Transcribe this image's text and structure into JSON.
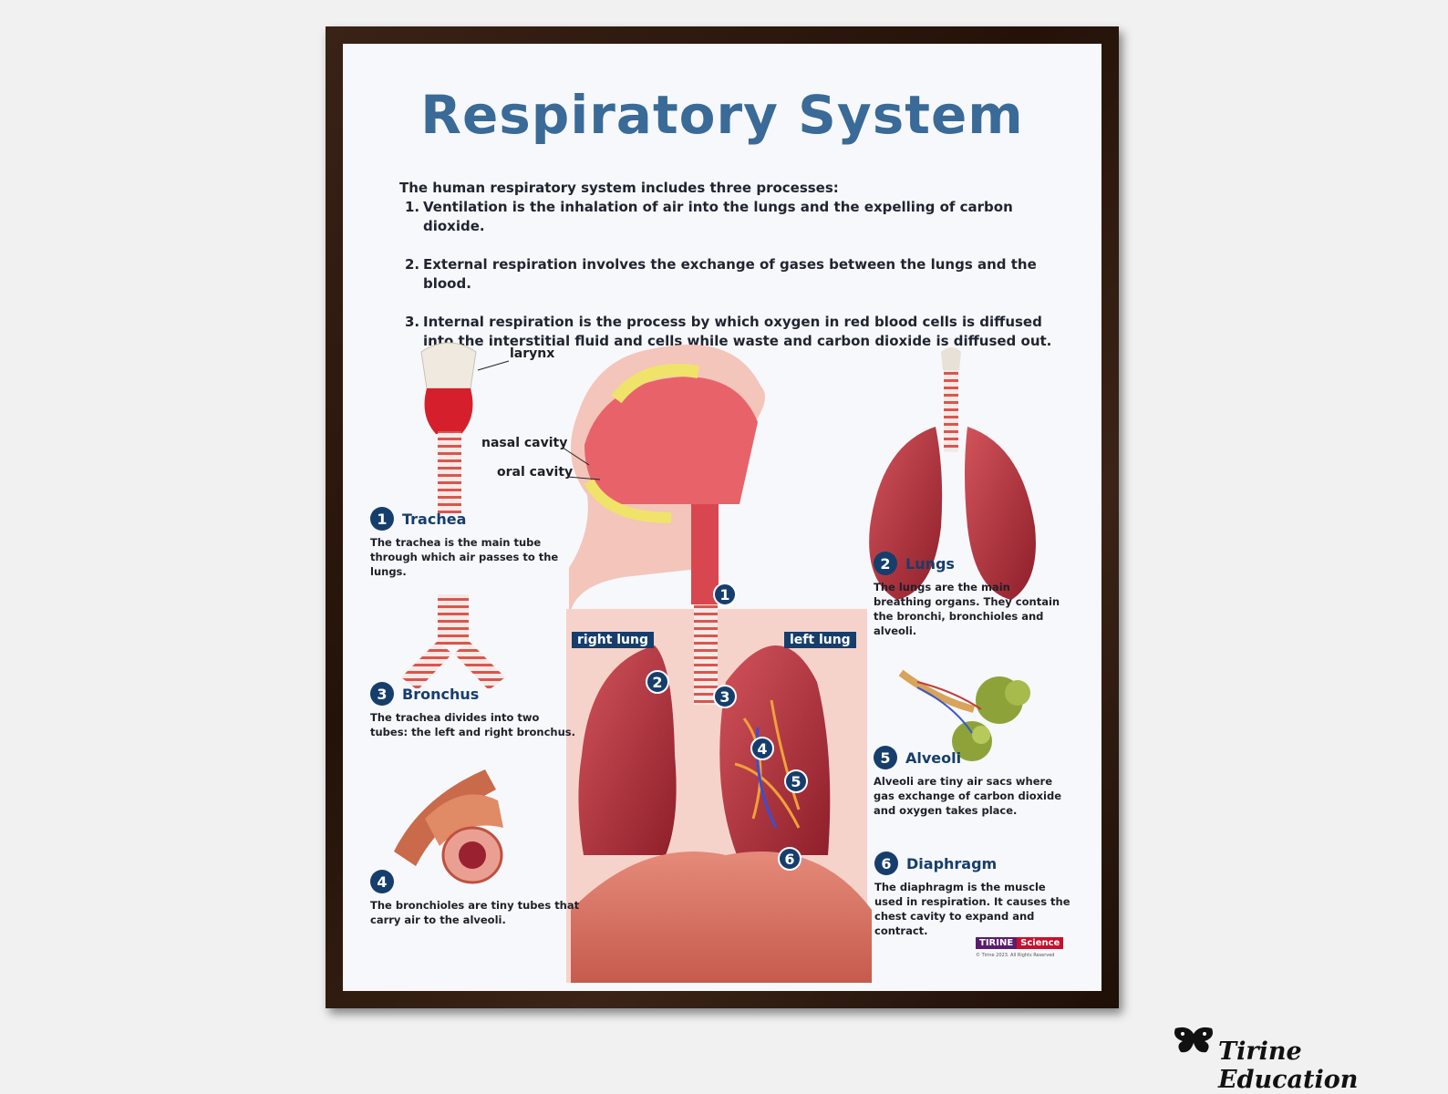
{
  "poster": {
    "title": "Respiratory System",
    "intro_lead": "The human respiratory system includes three processes:",
    "processes": [
      {
        "num": "1.",
        "text": "Ventilation is the inhalation of air into the lungs and the expelling of carbon dioxide."
      },
      {
        "num": "2.",
        "text": "External respiration involves the exchange of gases between the lungs and the blood."
      },
      {
        "num": "3.",
        "text": "Internal respiration is the process by which oxygen in red blood cells is diffused into the interstitial fluid and cells while waste and carbon dioxide is diffused out."
      }
    ],
    "labels": {
      "larynx": "larynx",
      "nasal_cavity": "nasal cavity",
      "oral_cavity": "oral cavity",
      "right_lung": "right lung",
      "left_lung": "left lung"
    },
    "sections": [
      {
        "num": "1",
        "name": "Trachea",
        "desc": "The trachea is the main tube through which air passes to the lungs."
      },
      {
        "num": "3",
        "name": "Bronchus",
        "desc": "The trachea divides into two tubes: the left and right bronchus."
      },
      {
        "num": "4",
        "name": "",
        "desc": "The bronchioles are tiny tubes that carry air to the alveoli."
      },
      {
        "num": "2",
        "name": "Lungs",
        "desc": "The lungs are the main breathing organs. They contain the bronchi, bronchioles and alveoli."
      },
      {
        "num": "5",
        "name": "Alveoli",
        "desc": "Alveoli are tiny air sacs where gas exchange of carbon dioxide and oxygen takes place."
      },
      {
        "num": "6",
        "name": "Diaphragm",
        "desc": "The diaphragm is the muscle used in respiration. It causes the chest cavity to expand and contract."
      }
    ],
    "figure_numbers": [
      "1",
      "2",
      "3",
      "4",
      "5",
      "6"
    ],
    "brand": {
      "part1": "TIRINE",
      "part2": "Science",
      "copyright": "© Tirine 2023. All Rights Reserved"
    }
  },
  "watermark": "Tirine Education",
  "colors": {
    "title": "#3a6a97",
    "badge": "#163e6c",
    "tissue": "#c0303a"
  }
}
